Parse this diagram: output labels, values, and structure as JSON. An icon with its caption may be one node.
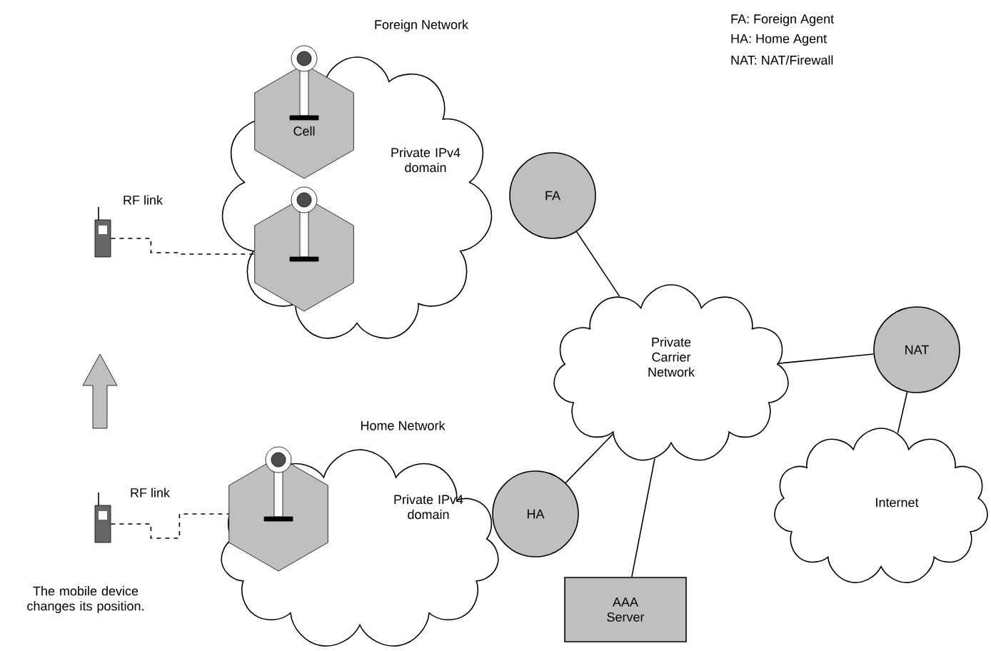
{
  "diagram": {
    "nodes": [
      {
        "text": [
          "Foreign Network",
          "Private IPv4 domain"
        ]
      },
      {
        "text": [
          "Cell"
        ],
        "in": 0
      },
      {
        "text": [],
        "shape": "hexagon",
        "in": 0
      },
      {
        "text": [
          "FA"
        ]
      },
      {
        "text": [
          "Private Carrier Network"
        ]
      },
      {
        "text": [
          "NAT"
        ]
      },
      {
        "text": [
          "Internet"
        ]
      },
      {
        "text": [
          "Home Network",
          "Private IPv4 domain"
        ]
      },
      {
        "text": [],
        "shape": "hexagon",
        "in": 7
      },
      {
        "text": [
          "HA"
        ]
      },
      {
        "text": [
          "AAA Server"
        ]
      },
      {
        "text": [],
        "shape": "phone"
      },
      {
        "text": [],
        "shape": "phone"
      }
    ],
    "edges": [
      {
        "from": 11,
        "to": 2,
        "arrow": "none",
        "style": "dashed",
        "label": "RF link"
      },
      {
        "from": 3,
        "to": 4,
        "arrow": "none"
      },
      {
        "from": 4,
        "to": 5,
        "arrow": "none"
      },
      {
        "from": 5,
        "to": 6,
        "arrow": "none"
      },
      {
        "from": 9,
        "to": 4,
        "arrow": "none"
      },
      {
        "from": 10,
        "to": 4,
        "arrow": "none"
      },
      {
        "from": 12,
        "to": 8,
        "arrow": "none",
        "style": "dashed",
        "label": "RF link"
      }
    ],
    "labels": [
      "FA: Foreign Agent",
      "HA: Home Agent",
      "NAT: NAT/Firewall",
      "The mobile device changes its position."
    ]
  }
}
